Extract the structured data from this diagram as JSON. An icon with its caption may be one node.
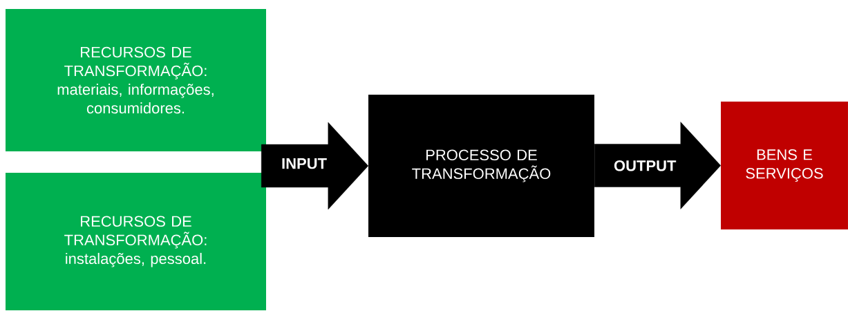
{
  "diagram": {
    "nodes": [
      {
        "text": [
          "RECURSOS DE TRANSFORMAÇÃO: materiais, informações, consumidores."
        ]
      },
      {
        "text": [
          "RECURSOS DE TRANSFORMAÇÃO: instalações, pessoal."
        ]
      },
      {
        "text": [
          "PROCESSO DE TRANSFORMAÇÃO"
        ]
      },
      {
        "text": [
          "BENS E SERVIÇOS"
        ]
      }
    ],
    "edges": [
      {
        "from": 0,
        "to": 2,
        "arrow": "to",
        "label": "INPUT"
      },
      {
        "from": 1,
        "to": 2,
        "arrow": "to"
      },
      {
        "from": 2,
        "to": 3,
        "arrow": "to",
        "label": "OUTPUT"
      }
    ]
  }
}
